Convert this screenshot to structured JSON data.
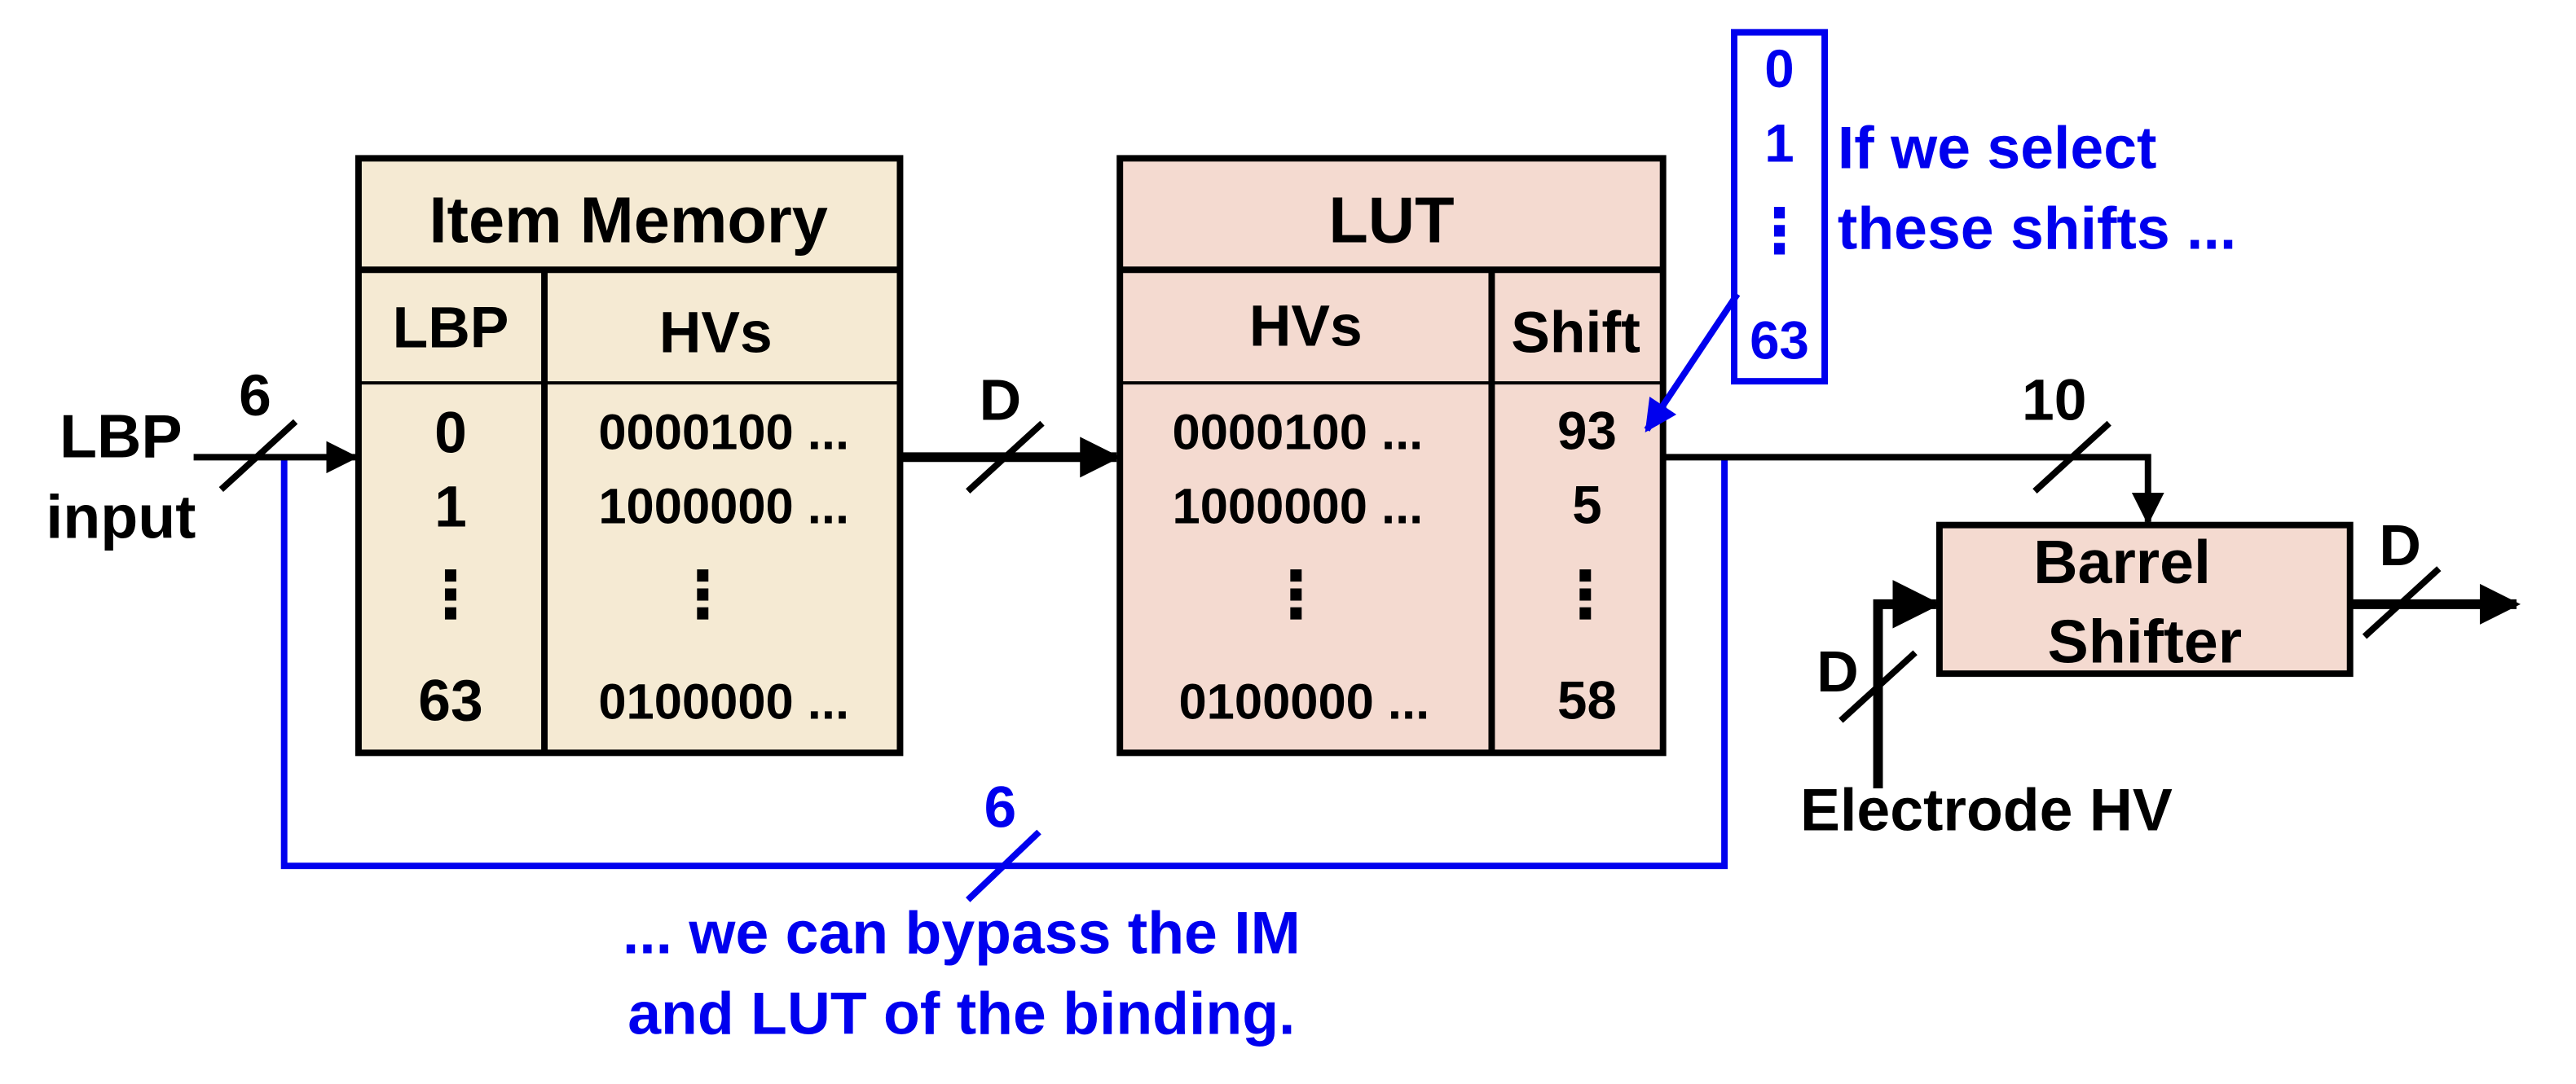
{
  "colors": {
    "item_memory_fill": "#f5ead3",
    "lut_fill": "#f4dad0",
    "barrel_fill": "#f4dad0",
    "line": "#000000",
    "bypass": "#0000ee"
  },
  "input": {
    "label_line1": "LBP",
    "label_line2": "input",
    "width": "6"
  },
  "item_memory": {
    "title": "Item Memory",
    "col_lbp": "LBP",
    "col_hvs": "HVs",
    "rows": [
      {
        "lbp": "0",
        "hv": "0000100 ..."
      },
      {
        "lbp": "1",
        "hv": "1000000 ..."
      },
      {
        "lbp": "63",
        "hv": "0100000 ..."
      }
    ],
    "ellipsis": "⋮"
  },
  "im_to_lut_width": "D",
  "lut": {
    "title": "LUT",
    "col_hvs": "HVs",
    "col_shift": "Shift",
    "rows": [
      {
        "hv": "0000100 ...",
        "shift": "93"
      },
      {
        "hv": "1000000 ...",
        "shift": "5"
      },
      {
        "hv": "0100000 ...",
        "shift": "58"
      }
    ],
    "ellipsis": "⋮"
  },
  "selector": {
    "values": [
      "0",
      "1",
      "63"
    ],
    "ellipsis": "⋮",
    "note_line1": "If we select",
    "note_line2": "these shifts ..."
  },
  "shift_width": "10",
  "barrel_shifter": {
    "label_line1": "Barrel",
    "label_line2": "Shifter",
    "output_width": "D"
  },
  "electrode": {
    "label": "Electrode HV",
    "width": "D"
  },
  "bypass": {
    "width": "6",
    "note_line1": "... we can bypass the IM",
    "note_line2": "and LUT of the binding."
  }
}
